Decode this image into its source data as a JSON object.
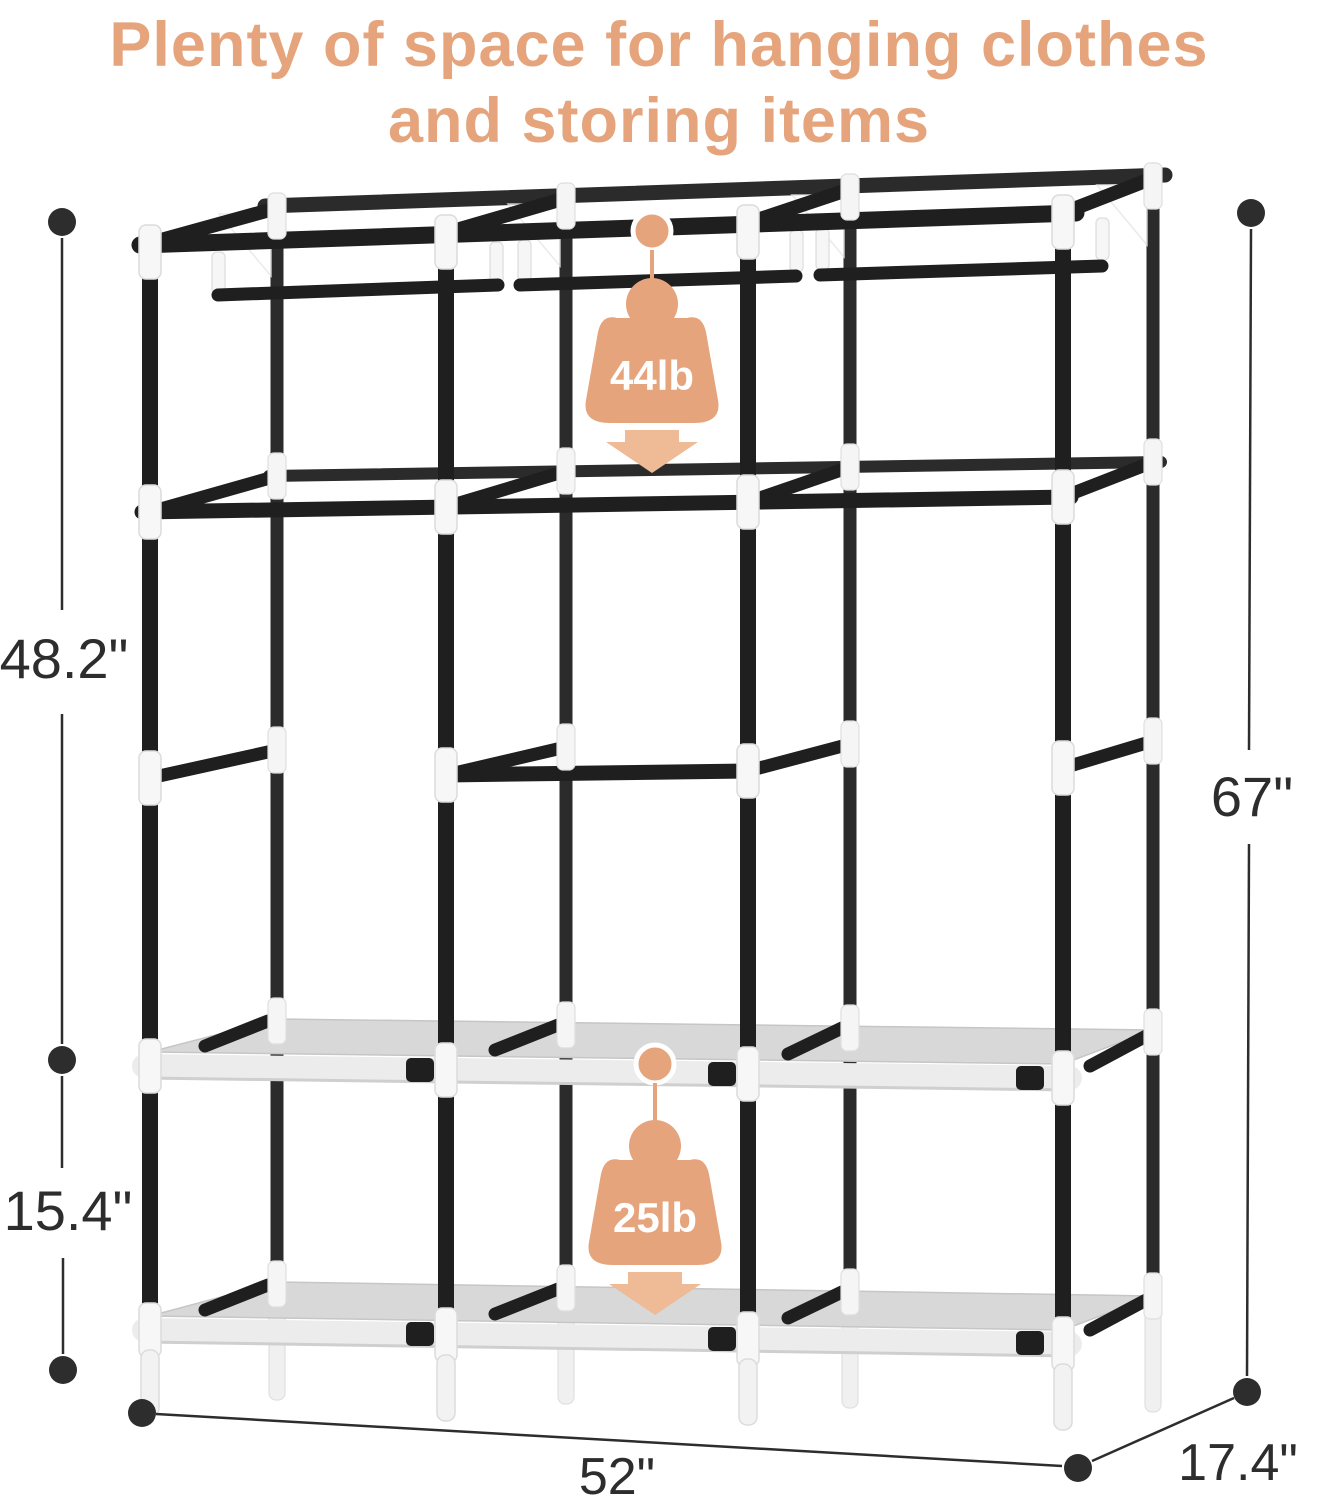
{
  "title": {
    "line1": "Plenty of space for hanging clothes",
    "line2": "and storing items"
  },
  "weight_badges": {
    "hanging_rod_capacity": "44lb",
    "shelf_capacity": "25lb"
  },
  "dimensions": {
    "upper_height": "48.2\"",
    "lower_height": "15.4\"",
    "total_height": "67\"",
    "width": "52\"",
    "depth": "17.4\""
  },
  "colors": {
    "accent": "#E5A47B",
    "accent_light": "#EFBA96",
    "frame": "#1F1F1F",
    "connector": "#F7F7F7",
    "shelf": "#D8D8D8",
    "dimension": "#2D2D2D",
    "badge_text": "#FFFFFF"
  }
}
